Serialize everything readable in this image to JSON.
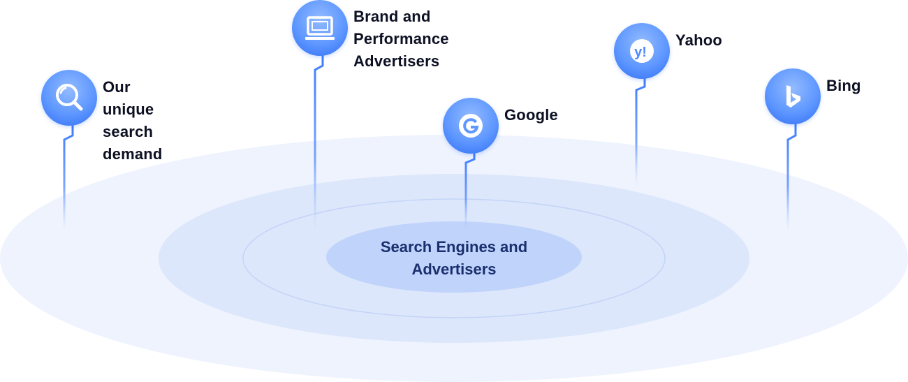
{
  "center": {
    "line1": "Search Engines and",
    "line2": "Advertisers"
  },
  "nodes": {
    "search": {
      "line1": "Our unique search",
      "line2": "demand",
      "icon": "magnifier-icon"
    },
    "brand": {
      "line1": "Brand and Performance",
      "line2": "Advertisers",
      "icon": "monitor-icon"
    },
    "google": {
      "line1": "Google",
      "icon": "google-icon"
    },
    "yahoo": {
      "line1": "Yahoo",
      "icon": "yahoo-icon"
    },
    "bing": {
      "line1": "Bing",
      "icon": "bing-icon"
    }
  },
  "colors": {
    "accent": "#3b7bff",
    "ring_outer": "#eef3fe",
    "ring_mid": "#dde7fb",
    "ring_core": "#bfd3fb",
    "center_text": "#1b2f6e"
  }
}
